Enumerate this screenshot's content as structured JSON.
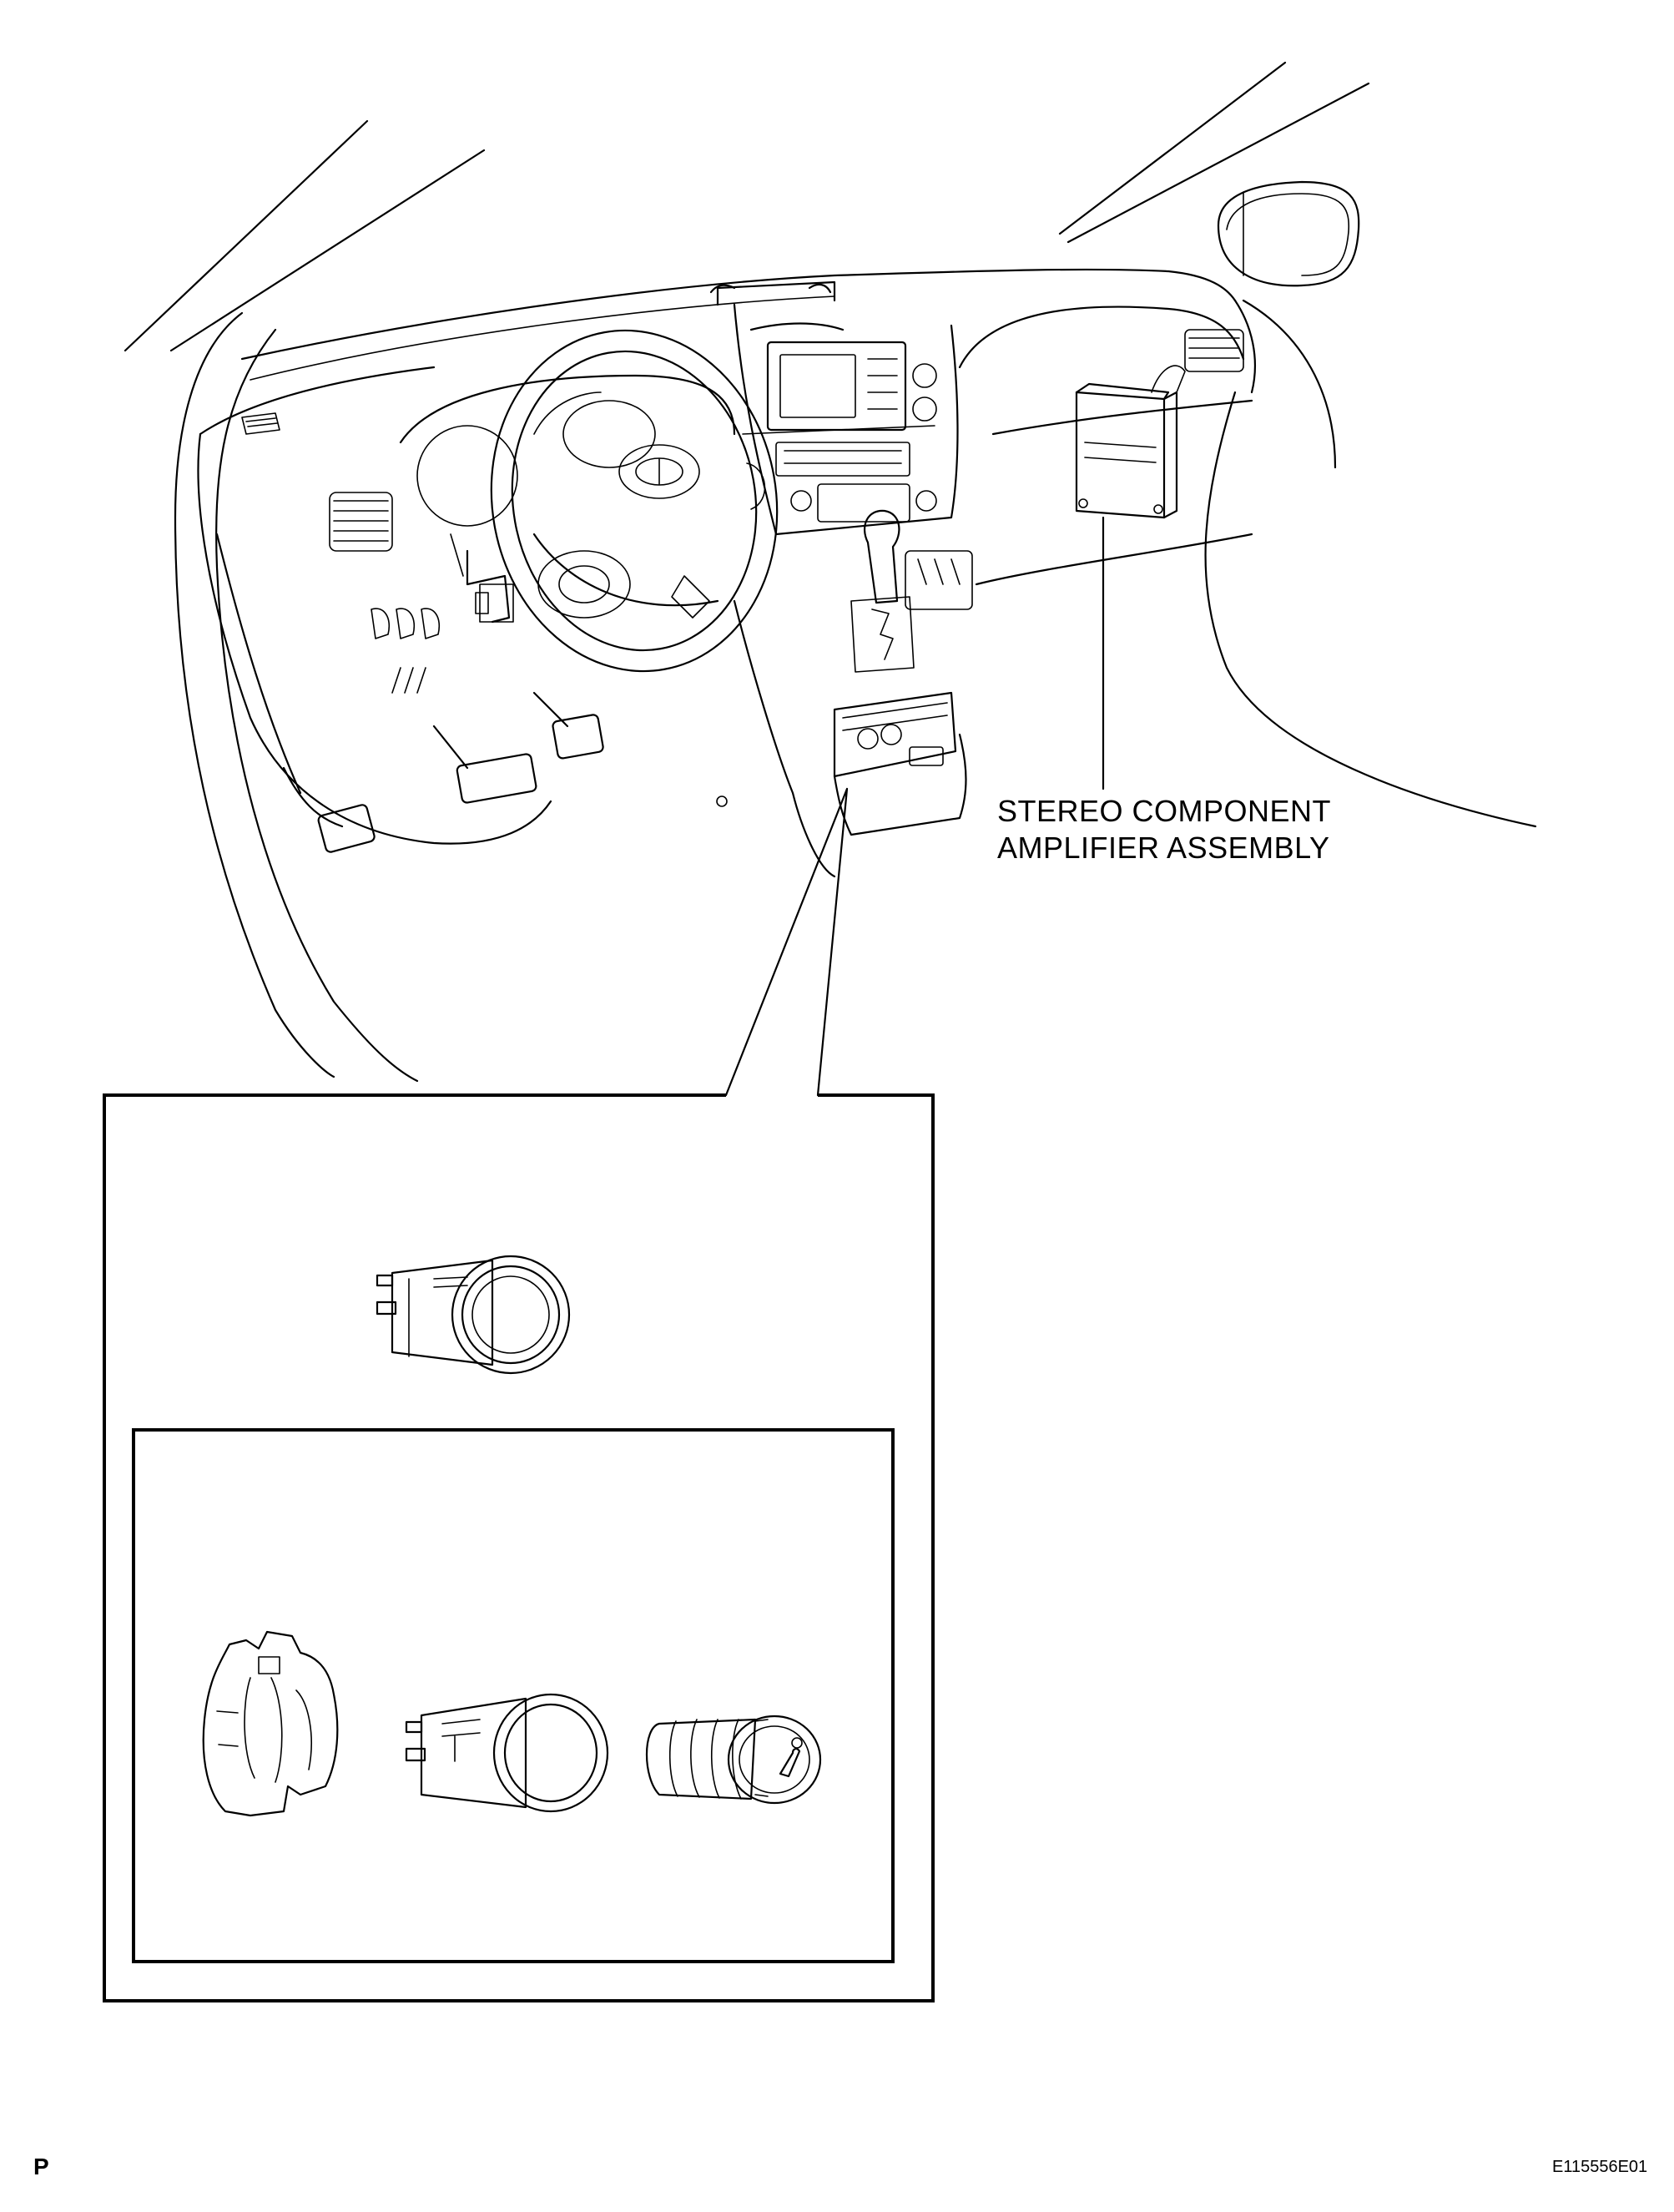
{
  "callouts": {
    "amplifier_line1": "STEREO COMPONENT",
    "amplifier_line2": "AMPLIFIER ASSEMBLY"
  },
  "footer": {
    "page_marker": "P",
    "figure_id": "E115556E01"
  }
}
